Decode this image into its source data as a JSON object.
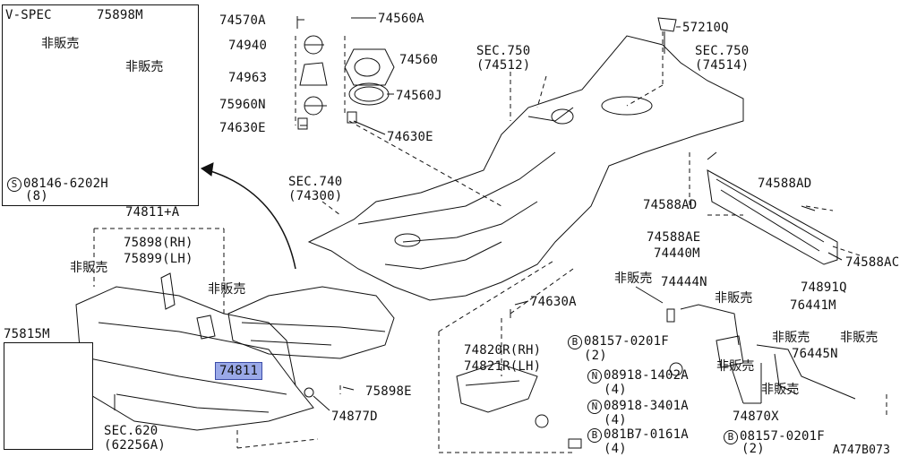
{
  "diagram_id": "A747B073",
  "inset": {
    "title": "V-SPEC",
    "part_number": "75898M",
    "not_sold_1": "非販売",
    "not_sold_2": "非販売",
    "bolt_prefix": "S",
    "bolt_part": "08146-6202H",
    "bolt_qty": "(8)"
  },
  "labels": {
    "p74570A": "74570A",
    "p74940": "74940",
    "p74963": "74963",
    "p75960N": "75960N",
    "p74630E_left": "74630E",
    "p74560A": "74560A",
    "p74560": "74560",
    "p74560J": "74560J",
    "p74630E_right": "74630E",
    "p57210Q": "57210Q",
    "sec750a": "SEC.750",
    "sec750a_ref": "(74512)",
    "sec750b": "SEC.750",
    "sec750b_ref": "(74514)",
    "sec740": "SEC.740",
    "sec740_ref": "(74300)",
    "p74811A": "74811+A",
    "p75898RH": "75898(RH)",
    "p75899LH": "75899(LH)",
    "not_sold_a": "非販売",
    "not_sold_b": "非販売",
    "p75815M": "75815M",
    "p74811": "74811",
    "p75898E": "75898E",
    "p74877D": "74877D",
    "sec620": "SEC.620",
    "sec620_ref": "(62256A)",
    "p74630A": "74630A",
    "p74820R": "74820R(RH)",
    "p74821R": "74821R(LH)",
    "p74588AD_left": "74588AD",
    "p74588AD_right": "74588AD",
    "p74588AE": "74588AE",
    "p74588AC": "74588AC",
    "p74440M": "74440M",
    "not_sold_c": "非販売",
    "p74444N": "74444N",
    "not_sold_d": "非販売",
    "b1_prefix": "B",
    "b1_part": "08157-0201F",
    "b1_qty": "(2)",
    "n1_prefix": "N",
    "n1_part": "08918-1402A",
    "n1_qty": "(4)",
    "n2_prefix": "N",
    "n2_part": "08918-3401A",
    "n2_qty": "(4)",
    "b2_prefix": "B",
    "b2_part": "081B7-0161A",
    "b2_qty": "(4)",
    "b3_prefix": "B",
    "b3_part": "08157-0201F",
    "b3_qty": "(2)",
    "p74891Q": "74891Q",
    "p76441M": "76441M",
    "not_sold_e": "非販売",
    "not_sold_f": "非販売",
    "p76445N": "76445N",
    "not_sold_g": "非販売",
    "not_sold_h": "非販売",
    "p74870X": "74870X"
  },
  "highlight_color": "#9aa9e8"
}
